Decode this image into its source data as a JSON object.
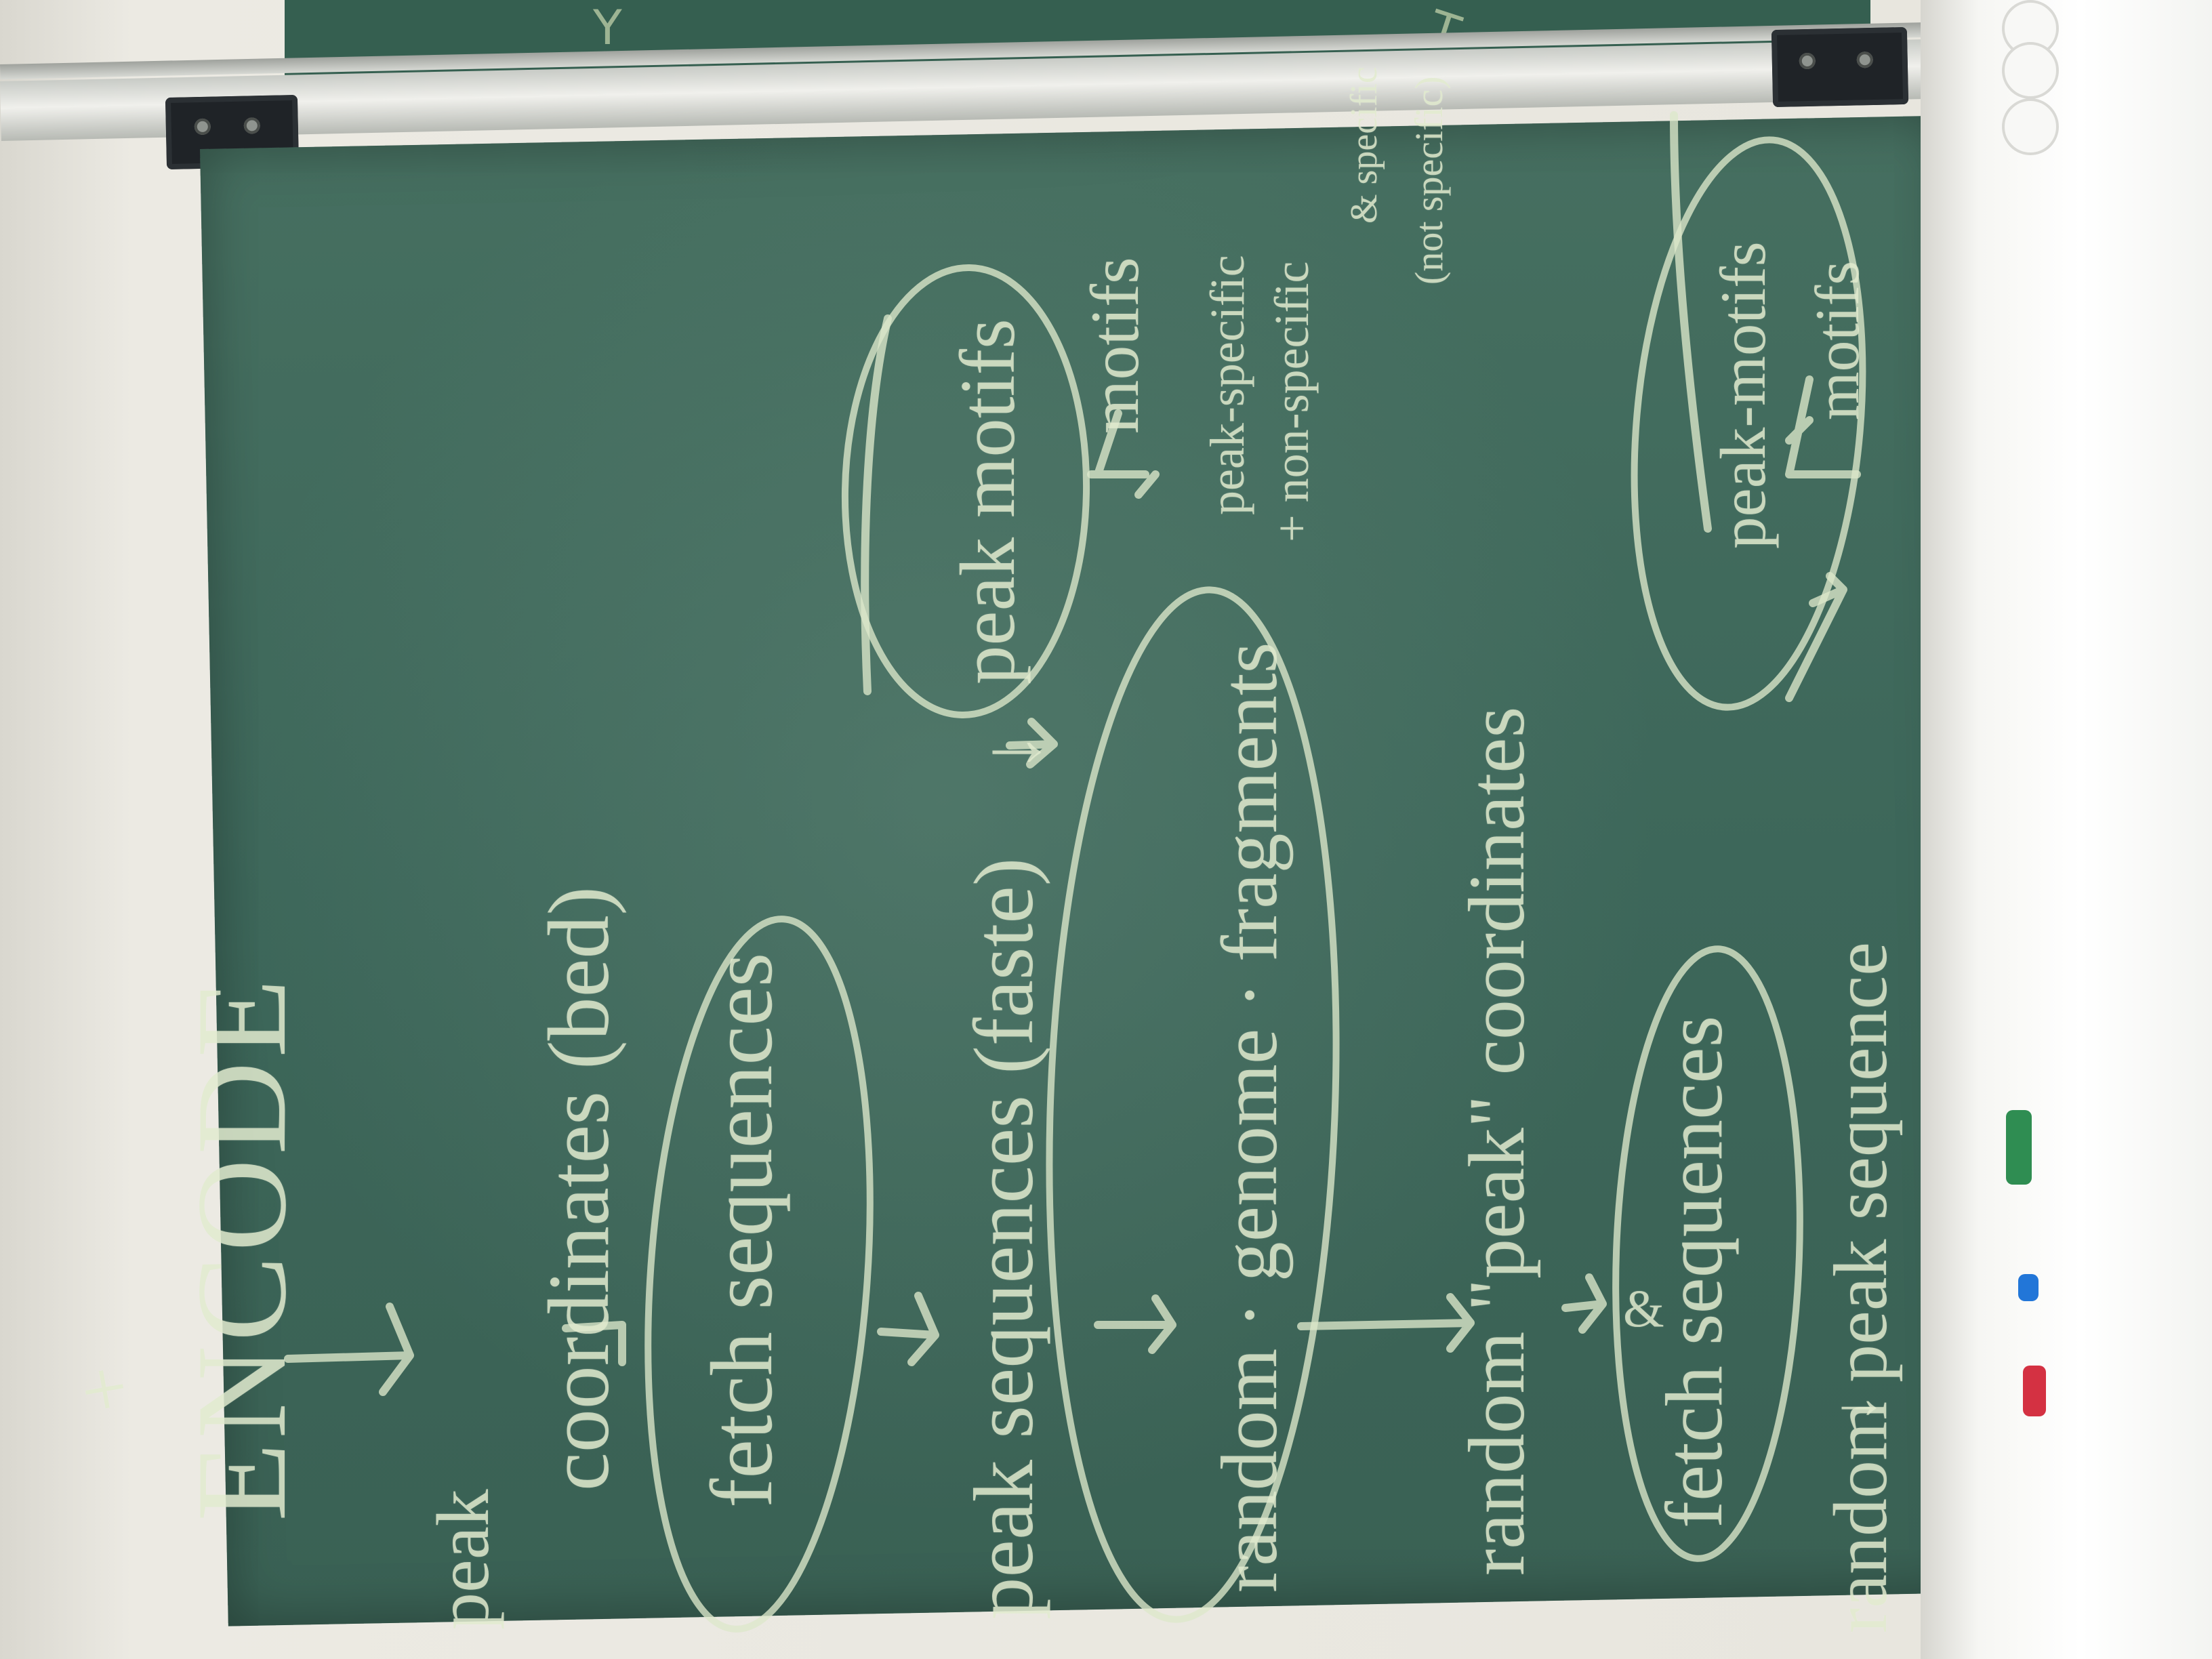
{
  "photo": {
    "subject": "Chalkboard with a handwritten workflow diagram",
    "heading": "ENCODE",
    "top_note": "+",
    "colors": {
      "chalkboard": "#3d675a",
      "chalk": "#e0eacd",
      "frame": "#e9e8e2",
      "bracket": "#1f2327",
      "red_marker": "#d43142",
      "blue_marker": "#2276d8",
      "green_marker": "#2f8d52"
    },
    "upper_board_fragments": [
      "Y",
      "T"
    ]
  },
  "nodes": {
    "peak_coordinates": {
      "line1": "peak",
      "line2": "coordinates (bed)"
    },
    "fetch_sequences": "fetch sequences",
    "peak_sequences": "peak sequences (faste)",
    "peak_motifs": "peak motifs",
    "motifs": "motifs",
    "random_genome_fragments": "random · genome · fragments",
    "peak_specific": "peak-specific",
    "non_specific": "+ non-specific",
    "random_peak_coordinates": "random \"peak\" coordinates",
    "fetch_sequences_2": "fetch sequences",
    "random_peak_sequence": "random peak sequence",
    "peak_motifs_2": "peak-motifs",
    "motifs_2": "motifs",
    "right_margin_note_1": "& specific",
    "right_margin_note_2": "(not specific)"
  },
  "connectors": {
    "arrow_right": "→",
    "arrow_down": "↓",
    "ampersand": "&"
  }
}
